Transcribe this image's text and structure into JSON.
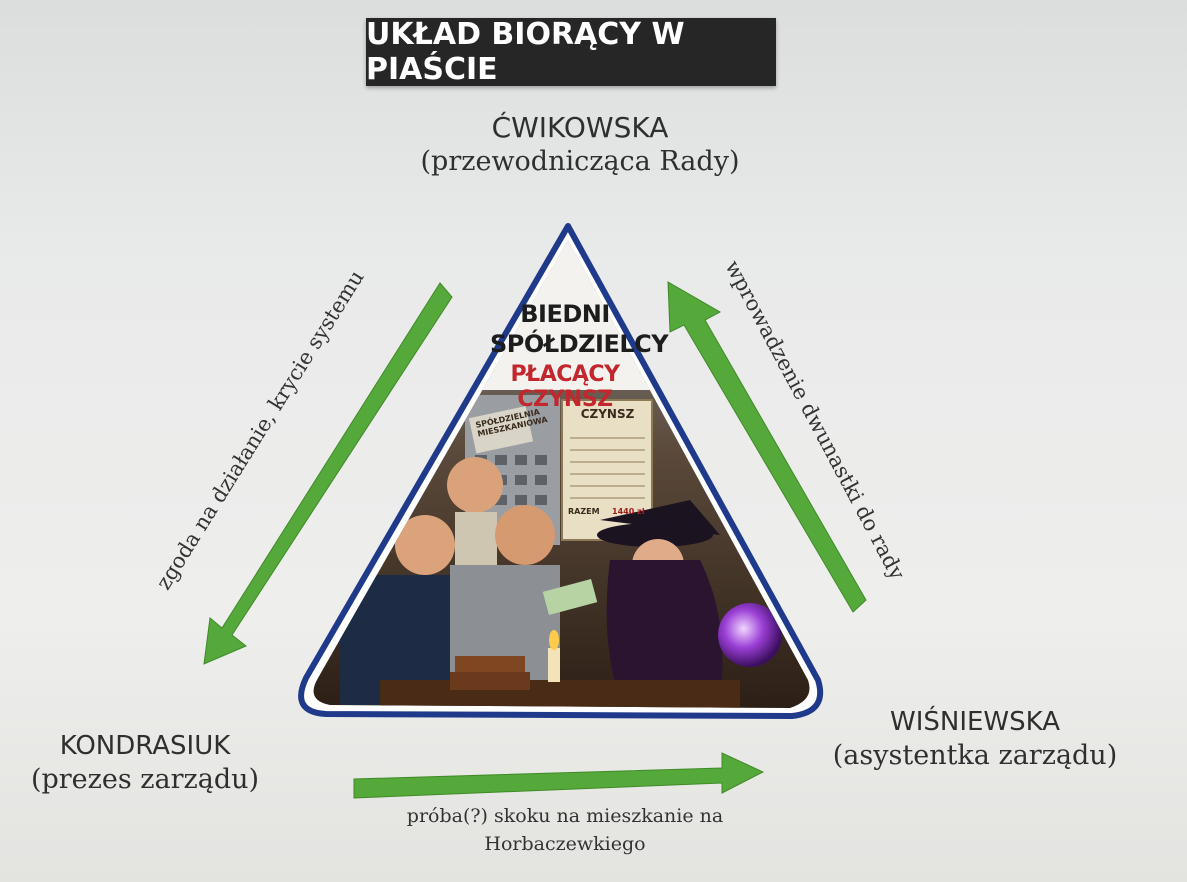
{
  "title": "UKŁAD BIORĄCY W PIAŚCIE",
  "nodes": {
    "top": {
      "name": "ĆWIKOWSKA",
      "role": "(przewodnicząca Rady)"
    },
    "left": {
      "name": "KONDRASIUK",
      "role": "(prezes zarządu)"
    },
    "right": {
      "name": "WIŚNIEWSKA",
      "role": "(asystentka zarządu)"
    }
  },
  "edges": {
    "left": "zgoda na działanie, krycie systemu",
    "right": "wprowadzenie dwunastki do rady",
    "bottom": "próba(?) skoku na mieszkanie na Horbaczewkiego"
  },
  "poster": {
    "line1": "BIEDNI",
    "line2": "SPÓŁDZIELCY",
    "line3": "PŁACĄCY CZYNSZ",
    "building_sign": "SPÓŁDZIELNIA MIESZKANIOWA",
    "rent_sign_title": "CZYNSZ",
    "rent_total_label": "RAZEM",
    "rent_total_value": "1440 zł"
  },
  "colors": {
    "arrow": "#55a93a",
    "triangle_border": "#1f3a8a",
    "title_bg": "#262626",
    "poster_red": "#c1272d"
  },
  "icons": [
    "arrow-down-left-icon",
    "arrow-up-right-icon",
    "arrow-right-icon"
  ]
}
